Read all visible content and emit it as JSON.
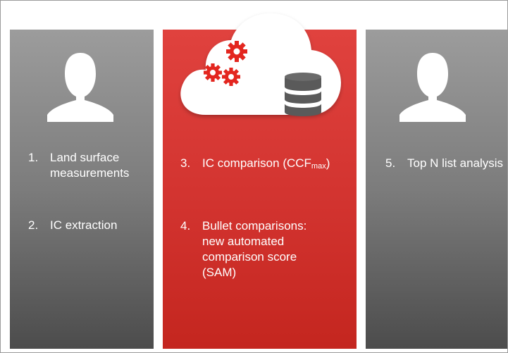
{
  "colors": {
    "panel_gray": "#8a8a8a",
    "panel_red": "#d2332f",
    "gear_red": "#e3261f",
    "database_gray": "#5a5a5a",
    "icon_white": "#ffffff"
  },
  "left_panel": {
    "icon": "person-icon",
    "items": [
      {
        "num": "1.",
        "text": "Land surface measurements"
      },
      {
        "num": "2.",
        "text": "IC extraction"
      }
    ]
  },
  "middle_panel": {
    "icons": [
      "cloud-icon",
      "gears-icon",
      "database-icon"
    ],
    "items": [
      {
        "num": "3.",
        "text": "IC comparison (CCF",
        "sub": "max",
        "suffix": ")"
      },
      {
        "num": "4.",
        "text": "Bullet comparisons: new automated comparison score (SAM)"
      }
    ]
  },
  "right_panel": {
    "icon": "person-icon",
    "items": [
      {
        "num": "5.",
        "text": "Top N list analysis"
      }
    ]
  }
}
